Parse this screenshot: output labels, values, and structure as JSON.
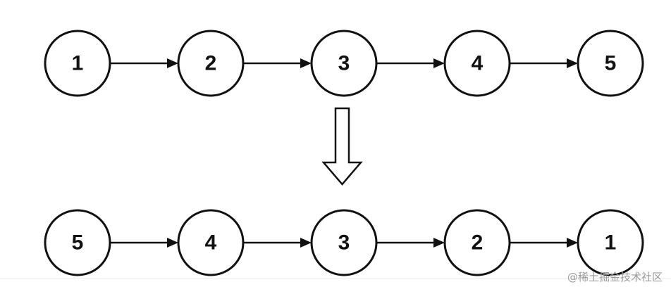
{
  "diagram": {
    "rows": [
      {
        "name": "original-list",
        "nodes": [
          "1",
          "2",
          "3",
          "4",
          "5"
        ]
      },
      {
        "name": "reversed-list",
        "nodes": [
          "5",
          "4",
          "3",
          "2",
          "1"
        ]
      }
    ],
    "transform_arrow": "hollow-down-arrow"
  },
  "watermark": "@稀土掘金技术社区",
  "colors": {
    "stroke": "#111111",
    "background": "#ffffff",
    "watermark": "#9a9a9a"
  }
}
